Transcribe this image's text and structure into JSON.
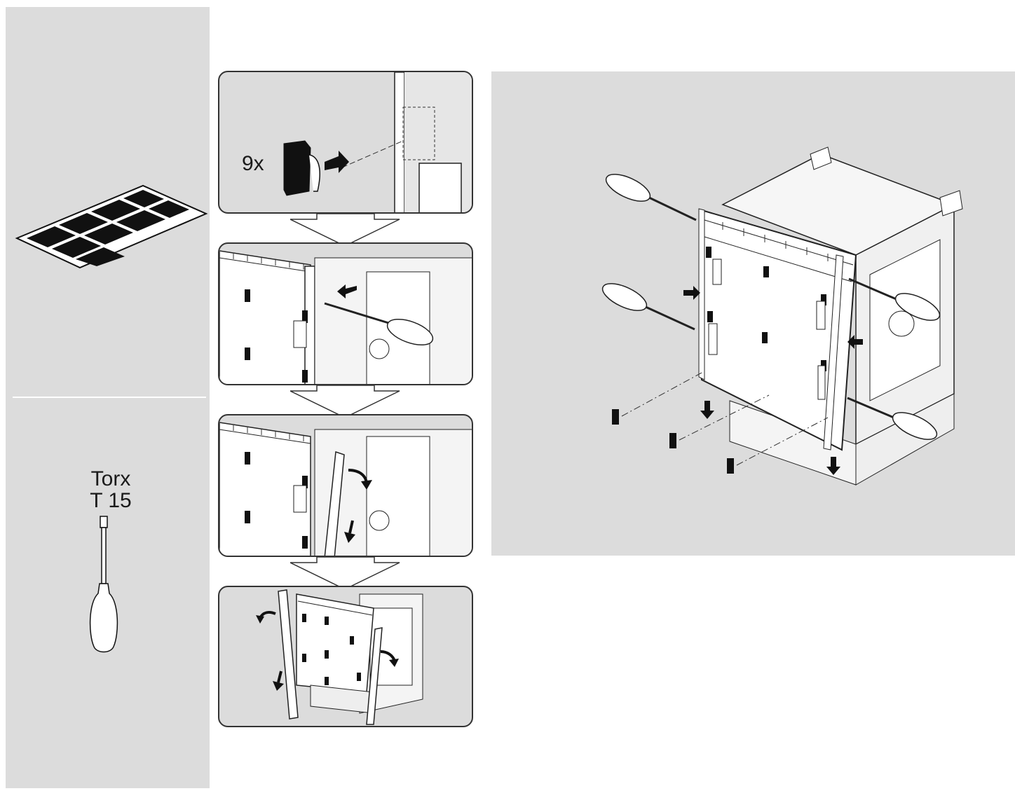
{
  "sidebar": {
    "tool_line1": "Torx",
    "tool_line2": "T 15",
    "icons": [
      "felt-pads-sheet-icon",
      "torx-screwdriver-icon"
    ]
  },
  "steps": [
    {
      "quantity": "9x",
      "icon": "felt-pad-insert-icon"
    },
    {
      "icon": "unscrew-side-strip-icon"
    },
    {
      "icon": "remove-side-strip-icon"
    },
    {
      "icon": "remove-both-strips-icon"
    }
  ],
  "main_figure": {
    "icon": "appliance-door-overview-icon"
  },
  "colors": {
    "panel_gray": "#dcdcdc",
    "line": "#333333",
    "pad_black": "#111111"
  }
}
